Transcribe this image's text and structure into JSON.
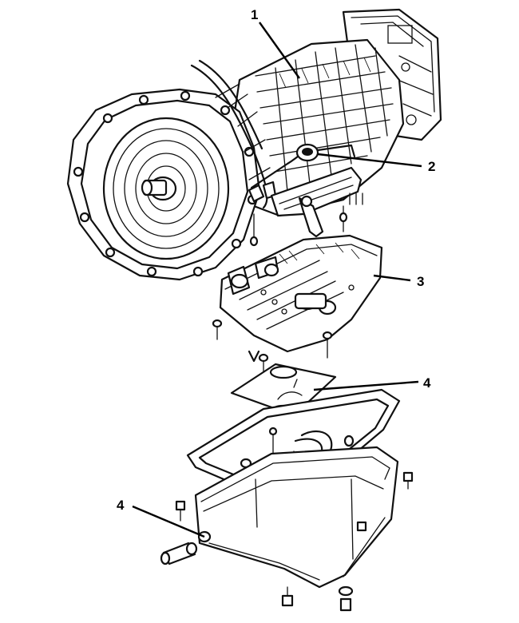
{
  "callouts": [
    {
      "label": "1"
    },
    {
      "label": "2"
    },
    {
      "label": "3"
    },
    {
      "label": "4"
    },
    {
      "label": "4"
    }
  ]
}
